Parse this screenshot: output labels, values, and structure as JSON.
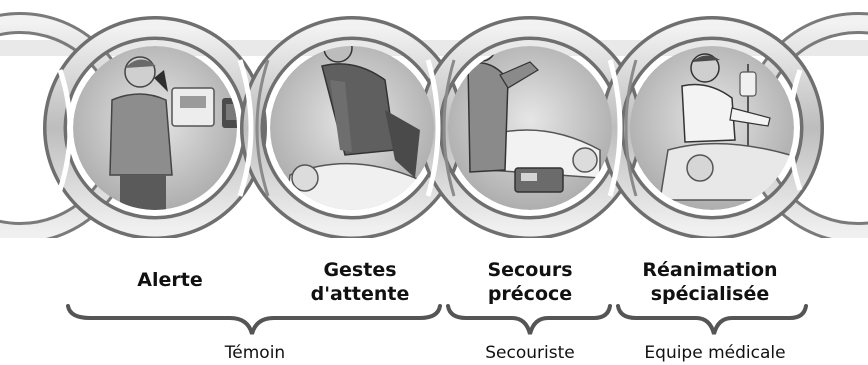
{
  "steps": [
    {
      "label": "Alerte",
      "scene": "phone-call"
    },
    {
      "label": "Gestes\nd'attente",
      "scene": "chest-compression"
    },
    {
      "label": "Secours\nprécoce",
      "scene": "defibrillator"
    },
    {
      "label": "Réanimation\nspécialisée",
      "scene": "medical-care"
    }
  ],
  "groups": [
    {
      "label": "Témoin"
    },
    {
      "label": "Secouriste"
    },
    {
      "label": "Equipe médicale"
    }
  ],
  "colors": {
    "ring_outer": "#6f6f6f",
    "ring_inner": "#d8d8d8",
    "ring_highlight": "#f4f4f4",
    "scene_bg": "#c9c9c9",
    "text": "#111111"
  }
}
